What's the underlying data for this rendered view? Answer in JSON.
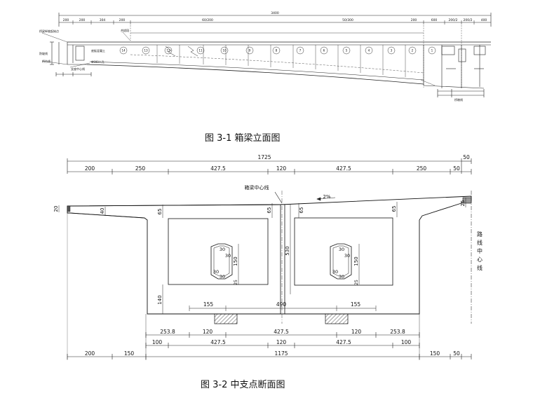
{
  "figure1": {
    "caption": "图 3-1  箱梁立面图",
    "total_dim": "3400",
    "top_dims": [
      "200",
      "200",
      "304",
      "200",
      "60/200",
      "50/300",
      "200",
      "600",
      "200/2",
      "200/2",
      "400"
    ],
    "segment_ids": [
      "14",
      "13",
      "12",
      "11",
      "10",
      "9",
      "8",
      "7",
      "6",
      "5",
      "4",
      "3",
      "2",
      "1"
    ],
    "left_labels": [
      "桥梁纵坡起始点",
      "桥台线",
      "支座中心线",
      "防坡线"
    ],
    "other_labels": [
      "合拢段",
      "底板混凝土",
      "Φ900人孔",
      "桥墩线"
    ]
  },
  "figure2": {
    "caption": "图 3-2  中支点断面图",
    "top_total": "1725",
    "top_right_small": "50",
    "top_dims": [
      "200",
      "250",
      "427.5",
      "120",
      "427.5",
      "250",
      "50"
    ],
    "center_label": "箱梁中心线",
    "slope": "2%",
    "road_center_label": "路线中心线",
    "left_cant": "20",
    "flange_root": "40",
    "top_slab_marks": [
      "65",
      "65",
      "65",
      "65"
    ],
    "right_edge": "25",
    "web_height": "530",
    "bottom_slab": "140",
    "chamfer_left": [
      "30",
      "30",
      "30",
      "30"
    ],
    "chamfer_right": [
      "30",
      "30",
      "30",
      "30"
    ],
    "hole_height": "150",
    "hole_bottom": "25",
    "bearing_offsets": [
      "155",
      "490",
      "155"
    ],
    "bottom_row1": [
      "253.8",
      "120",
      "427.5",
      "120",
      "253.8"
    ],
    "bottom_row2": [
      "100",
      "427.5",
      "120",
      "427.5",
      "100"
    ],
    "bottom_row3": [
      "200",
      "150",
      "1175",
      "150",
      "50"
    ]
  }
}
